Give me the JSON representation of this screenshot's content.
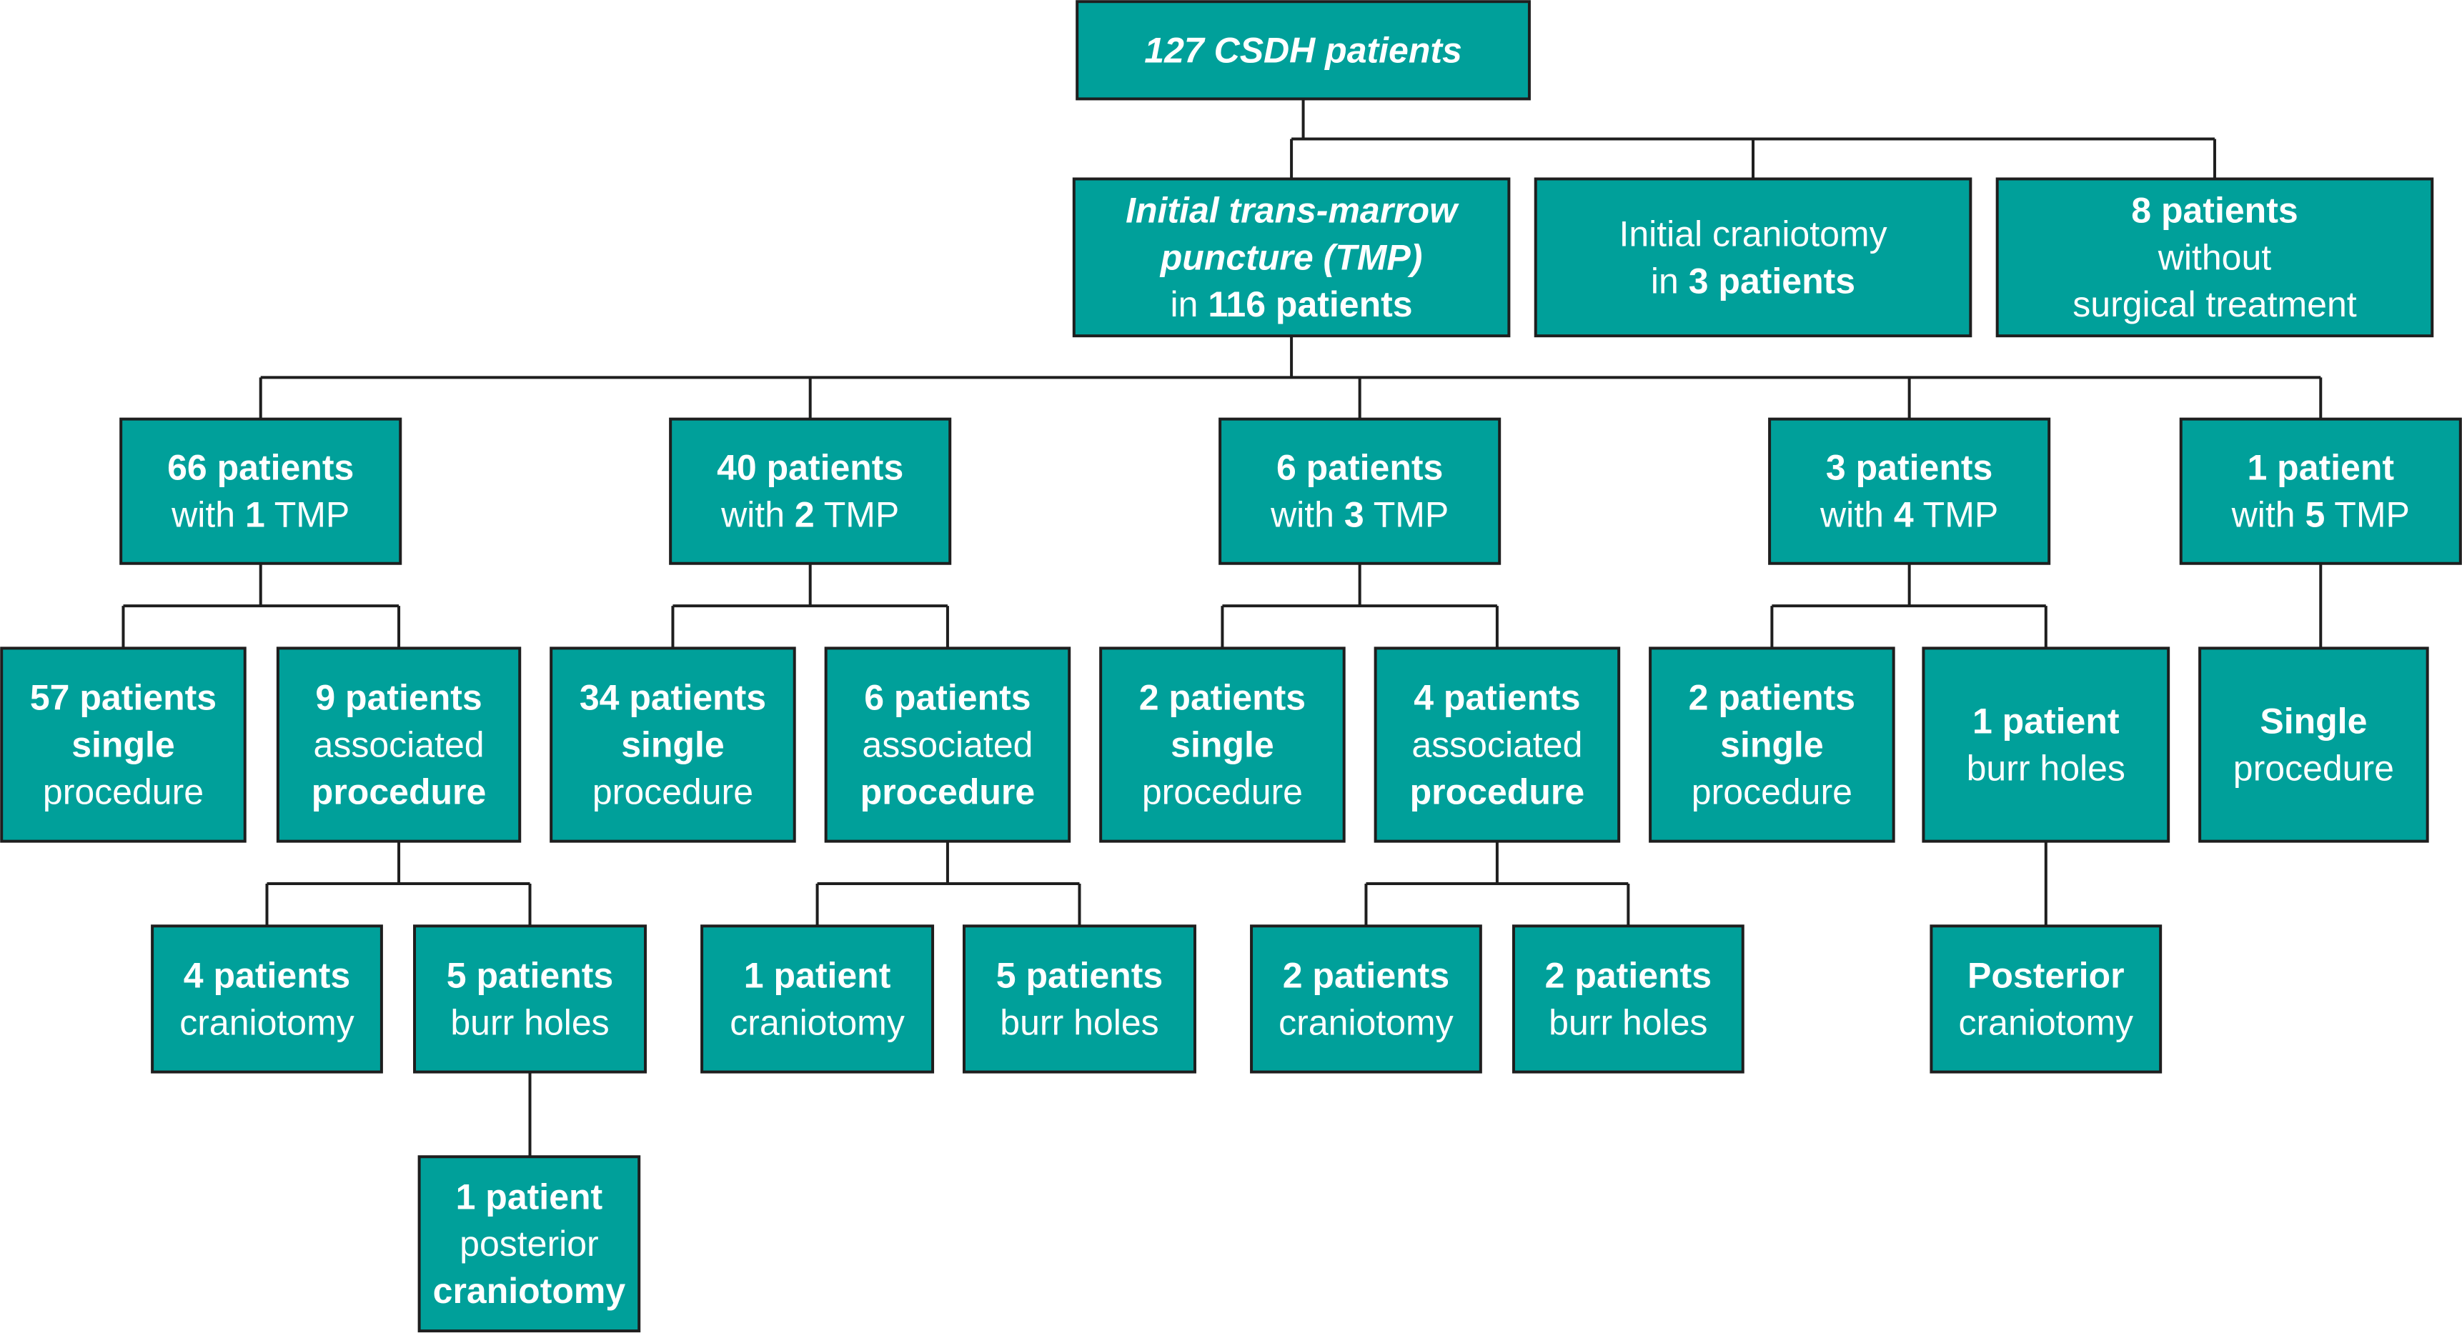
{
  "nodes": [
    {
      "id": "root",
      "lines": [
        [
          {
            "t": "127 CSDH patients",
            "s": "bi"
          }
        ]
      ]
    },
    {
      "id": "tmp",
      "lines": [
        [
          {
            "t": "Initial trans-marrow",
            "s": "bi"
          }
        ],
        [
          {
            "t": "puncture (TMP)",
            "s": "bi"
          }
        ],
        [
          {
            "t": "in ",
            "s": ""
          },
          {
            "t": "116 patients",
            "s": "b"
          }
        ]
      ]
    },
    {
      "id": "crani",
      "lines": [
        [
          {
            "t": "Initial craniotomy",
            "s": ""
          }
        ],
        [
          {
            "t": "in ",
            "s": ""
          },
          {
            "t": "3 patients",
            "s": "b"
          }
        ]
      ]
    },
    {
      "id": "nosurg",
      "lines": [
        [
          {
            "t": "8 patients",
            "s": "b"
          }
        ],
        [
          {
            "t": "without",
            "s": ""
          }
        ],
        [
          {
            "t": "surgical treatment",
            "s": ""
          }
        ]
      ]
    },
    {
      "id": "tmp1",
      "lines": [
        [
          {
            "t": "66 patients",
            "s": "b"
          }
        ],
        [
          {
            "t": "with ",
            "s": ""
          },
          {
            "t": "1",
            "s": "b"
          },
          {
            "t": " TMP",
            "s": ""
          }
        ]
      ]
    },
    {
      "id": "tmp2",
      "lines": [
        [
          {
            "t": "40 patients",
            "s": "b"
          }
        ],
        [
          {
            "t": "with ",
            "s": ""
          },
          {
            "t": "2",
            "s": "b"
          },
          {
            "t": " TMP",
            "s": ""
          }
        ]
      ]
    },
    {
      "id": "tmp3",
      "lines": [
        [
          {
            "t": "6 patients",
            "s": "b"
          }
        ],
        [
          {
            "t": "with ",
            "s": ""
          },
          {
            "t": "3",
            "s": "b"
          },
          {
            "t": " TMP",
            "s": ""
          }
        ]
      ]
    },
    {
      "id": "tmp4",
      "lines": [
        [
          {
            "t": "3 patients",
            "s": "b"
          }
        ],
        [
          {
            "t": "with ",
            "s": ""
          },
          {
            "t": "4",
            "s": "b"
          },
          {
            "t": " TMP",
            "s": ""
          }
        ]
      ]
    },
    {
      "id": "tmp5",
      "lines": [
        [
          {
            "t": "1 patient",
            "s": "b"
          }
        ],
        [
          {
            "t": "with ",
            "s": ""
          },
          {
            "t": "5",
            "s": "b"
          },
          {
            "t": " TMP",
            "s": ""
          }
        ]
      ]
    },
    {
      "id": "s1",
      "lines": [
        [
          {
            "t": "57 patients",
            "s": "b"
          }
        ],
        [
          {
            "t": "single",
            "s": "b"
          }
        ],
        [
          {
            "t": "procedure",
            "s": ""
          }
        ]
      ]
    },
    {
      "id": "a1",
      "lines": [
        [
          {
            "t": "9 patients",
            "s": "b"
          }
        ],
        [
          {
            "t": "associated",
            "s": ""
          }
        ],
        [
          {
            "t": "procedure",
            "s": "b"
          }
        ]
      ]
    },
    {
      "id": "s2",
      "lines": [
        [
          {
            "t": "34 patients",
            "s": "b"
          }
        ],
        [
          {
            "t": "single",
            "s": "b"
          }
        ],
        [
          {
            "t": "procedure",
            "s": ""
          }
        ]
      ]
    },
    {
      "id": "a2",
      "lines": [
        [
          {
            "t": "6 patients",
            "s": "b"
          }
        ],
        [
          {
            "t": "associated",
            "s": ""
          }
        ],
        [
          {
            "t": "procedure",
            "s": "b"
          }
        ]
      ]
    },
    {
      "id": "s3",
      "lines": [
        [
          {
            "t": "2 patients",
            "s": "b"
          }
        ],
        [
          {
            "t": "single",
            "s": "b"
          }
        ],
        [
          {
            "t": "procedure",
            "s": ""
          }
        ]
      ]
    },
    {
      "id": "a3",
      "lines": [
        [
          {
            "t": "4 patients",
            "s": "b"
          }
        ],
        [
          {
            "t": "associated",
            "s": ""
          }
        ],
        [
          {
            "t": "procedure",
            "s": "b"
          }
        ]
      ]
    },
    {
      "id": "s4",
      "lines": [
        [
          {
            "t": "2 patients",
            "s": "b"
          }
        ],
        [
          {
            "t": "single",
            "s": "b"
          }
        ],
        [
          {
            "t": "procedure",
            "s": ""
          }
        ]
      ]
    },
    {
      "id": "bh4",
      "lines": [
        [
          {
            "t": "1 patient",
            "s": "b"
          }
        ],
        [
          {
            "t": "burr holes",
            "s": ""
          }
        ]
      ]
    },
    {
      "id": "s5",
      "lines": [
        [
          {
            "t": "Single",
            "s": "b"
          }
        ],
        [
          {
            "t": "procedure",
            "s": ""
          }
        ]
      ]
    },
    {
      "id": "c1",
      "lines": [
        [
          {
            "t": "4 patients",
            "s": "b"
          }
        ],
        [
          {
            "t": "craniotomy",
            "s": ""
          }
        ]
      ]
    },
    {
      "id": "b1",
      "lines": [
        [
          {
            "t": "5 patients",
            "s": "b"
          }
        ],
        [
          {
            "t": "burr holes",
            "s": ""
          }
        ]
      ]
    },
    {
      "id": "c2",
      "lines": [
        [
          {
            "t": "1 patient",
            "s": "b"
          }
        ],
        [
          {
            "t": "craniotomy",
            "s": ""
          }
        ]
      ]
    },
    {
      "id": "b2",
      "lines": [
        [
          {
            "t": "5 patients",
            "s": "b"
          }
        ],
        [
          {
            "t": "burr holes",
            "s": ""
          }
        ]
      ]
    },
    {
      "id": "c3",
      "lines": [
        [
          {
            "t": "2 patients",
            "s": "b"
          }
        ],
        [
          {
            "t": "craniotomy",
            "s": ""
          }
        ]
      ]
    },
    {
      "id": "b3",
      "lines": [
        [
          {
            "t": "2 patients",
            "s": "b"
          }
        ],
        [
          {
            "t": "burr holes",
            "s": ""
          }
        ]
      ]
    },
    {
      "id": "pc4",
      "lines": [
        [
          {
            "t": "Posterior",
            "s": "b"
          }
        ],
        [
          {
            "t": "craniotomy",
            "s": ""
          }
        ]
      ]
    },
    {
      "id": "pc1",
      "lines": [
        [
          {
            "t": "1 patient",
            "s": "b"
          }
        ],
        [
          {
            "t": "posterior",
            "s": ""
          }
        ],
        [
          {
            "t": "craniotomy",
            "s": "b"
          }
        ]
      ]
    }
  ],
  "edges": [
    [
      "root",
      [
        "tmp",
        "crani",
        "nosurg"
      ]
    ],
    [
      "tmp",
      [
        "tmp1",
        "tmp2",
        "tmp3",
        "tmp4",
        "tmp5"
      ]
    ],
    [
      "tmp1",
      [
        "s1",
        "a1"
      ]
    ],
    [
      "tmp2",
      [
        "s2",
        "a2"
      ]
    ],
    [
      "tmp3",
      [
        "s3",
        "a3"
      ]
    ],
    [
      "tmp4",
      [
        "s4",
        "bh4"
      ]
    ],
    [
      "tmp5",
      [
        "s5"
      ]
    ],
    [
      "a1",
      [
        "c1",
        "b1"
      ]
    ],
    [
      "a2",
      [
        "c2",
        "b2"
      ]
    ],
    [
      "a3",
      [
        "c3",
        "b3"
      ]
    ],
    [
      "bh4",
      [
        "pc4"
      ]
    ],
    [
      "b1",
      [
        "pc1"
      ]
    ]
  ]
}
